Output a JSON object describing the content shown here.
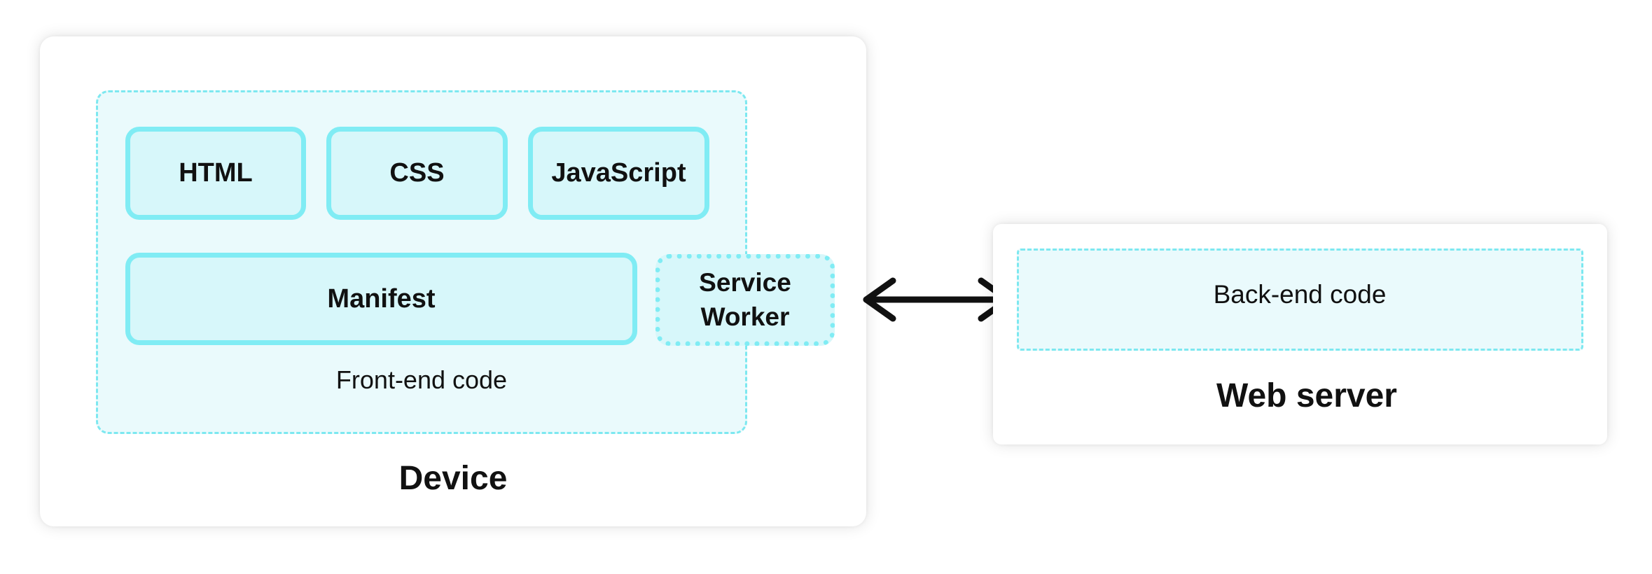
{
  "device": {
    "title": "Device",
    "frontend": {
      "label": "Front-end code",
      "boxes": {
        "html": "HTML",
        "css": "CSS",
        "javascript": "JavaScript",
        "manifest": "Manifest",
        "service_worker_line1": "Service",
        "service_worker_line2": "Worker"
      }
    }
  },
  "web_server": {
    "title": "Web server",
    "backend_label": "Back-end code"
  },
  "colors": {
    "box_fill": "#d7f7fa",
    "box_border": "#80ecf4",
    "area_fill": "#eafafc",
    "arrow": "#111111"
  }
}
